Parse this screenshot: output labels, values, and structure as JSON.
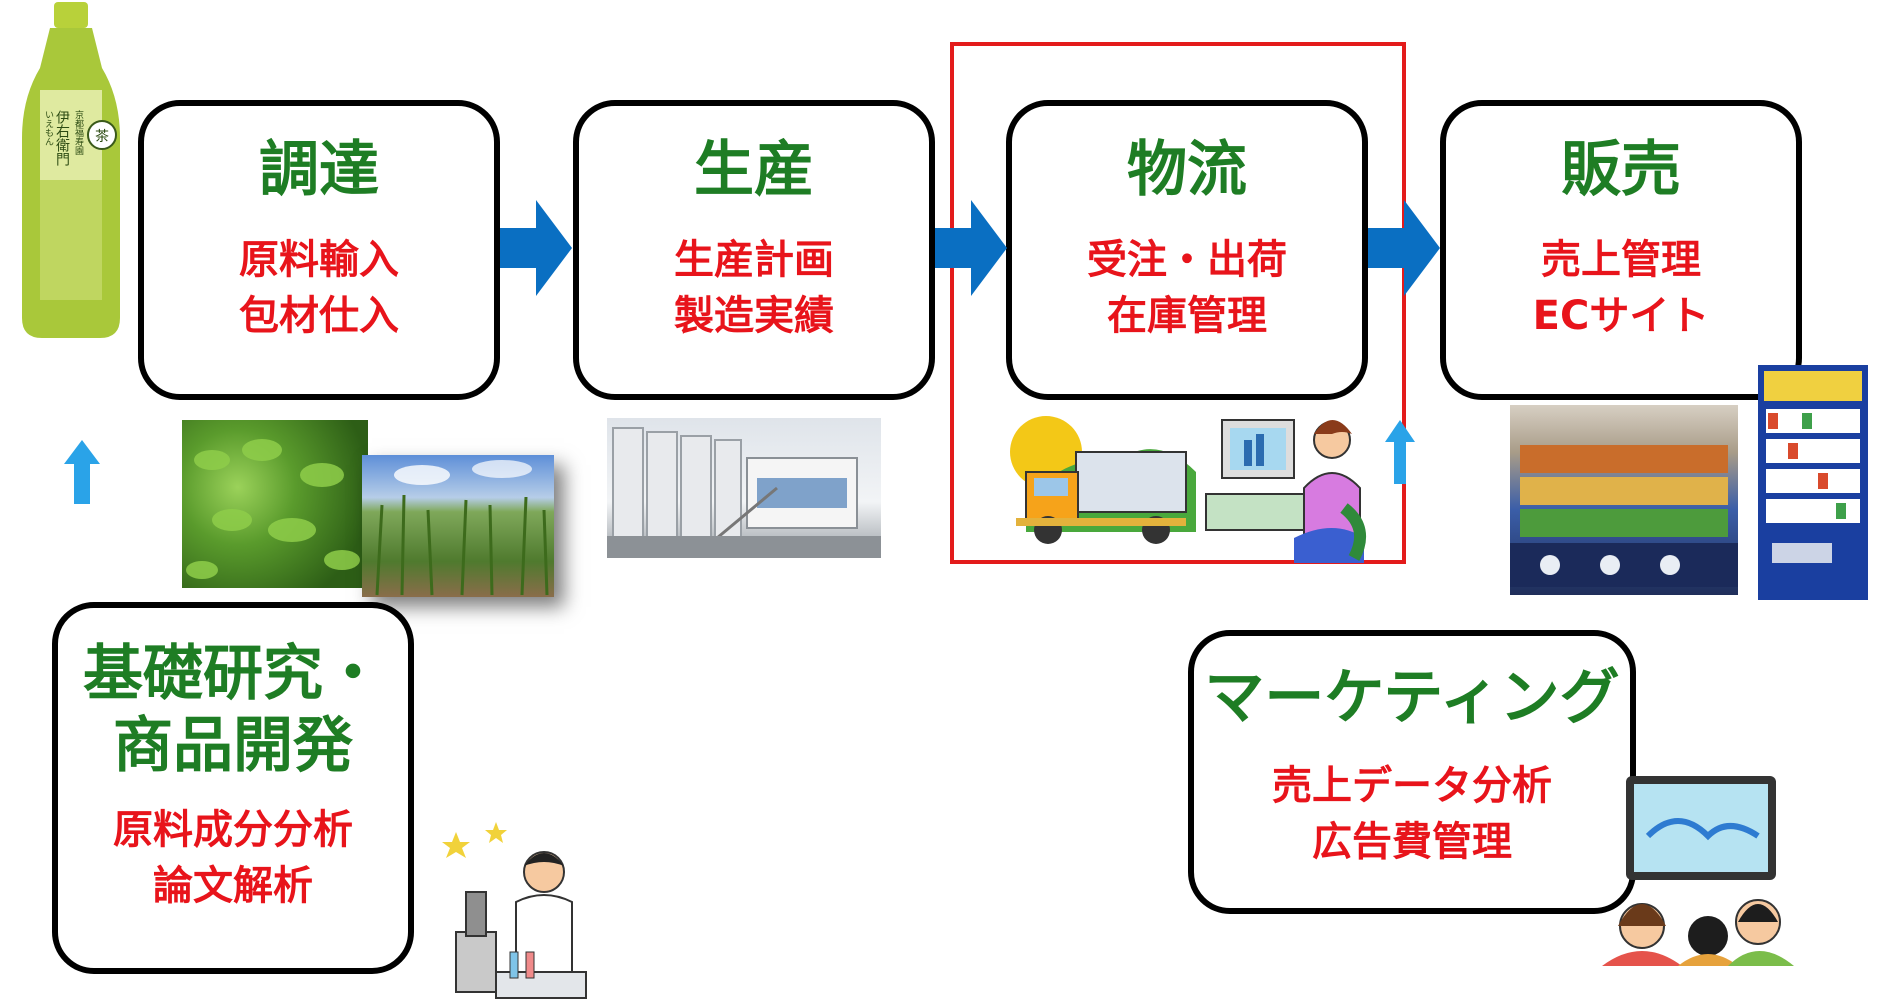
{
  "stages": [
    {
      "title": "調達",
      "lines": [
        "原料輸入",
        "包材仕入"
      ]
    },
    {
      "title": "生産",
      "lines": [
        "生産計画",
        "製造実績"
      ]
    },
    {
      "title": "物流",
      "lines": [
        "受注・出荷",
        "在庫管理"
      ]
    },
    {
      "title": "販売",
      "lines": [
        "売上管理",
        "ECサイト"
      ]
    }
  ],
  "research": {
    "title_line1": "基礎研究・",
    "title_line2": "商品開発",
    "lines": [
      "原料成分分析",
      "論文解析"
    ]
  },
  "marketing": {
    "title": "マーケティング",
    "lines": [
      "売上データ分析",
      "広告費管理"
    ]
  },
  "bottle_label": [
    "伊右衛門",
    "いえもん",
    "京都福寿園",
    "茶"
  ],
  "colors": {
    "title": "#1e7d24",
    "sub": "#e8141b",
    "arrow": "#0a6fc2",
    "highlight": "#e31b1b",
    "up_arrow": "#2aa3e8"
  }
}
